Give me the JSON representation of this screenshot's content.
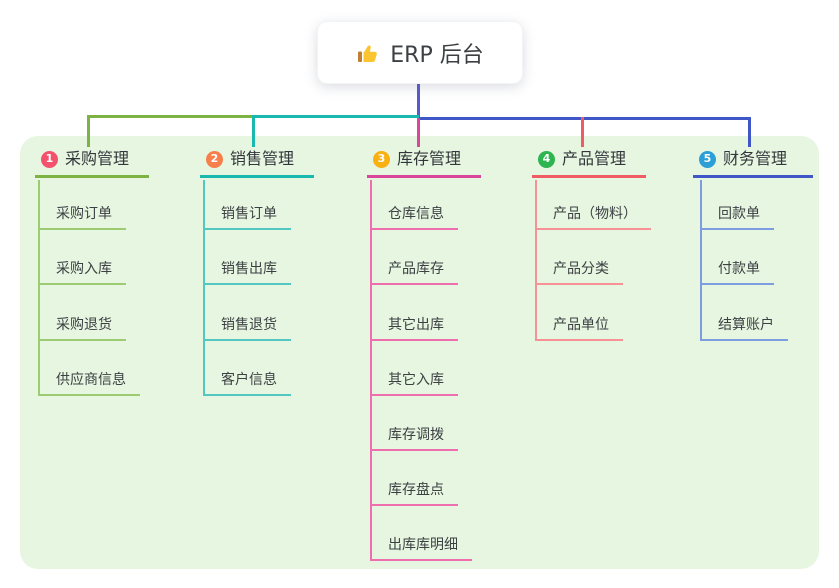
{
  "root": {
    "label": "ERP 后台",
    "icon": "thumbs-up-icon"
  },
  "branches": [
    {
      "badge": "1",
      "label": "采购管理",
      "line_color": "#7cb342",
      "child_line_color": "#9ccb72",
      "badge_color": "#f4516c",
      "children": [
        "采购订单",
        "采购入库",
        "采购退货",
        "供应商信息"
      ]
    },
    {
      "badge": "2",
      "label": "销售管理",
      "line_color": "#1ab9b0",
      "child_line_color": "#52c8c0",
      "badge_color": "#f67f4b",
      "children": [
        "销售订单",
        "销售出库",
        "销售退货",
        "客户信息"
      ]
    },
    {
      "badge": "3",
      "label": "库存管理",
      "line_color": "#d9479b",
      "child_line_color": "#ef6fae",
      "badge_color": "#f9b013",
      "children": [
        "仓库信息",
        "产品库存",
        "其它出库",
        "其它入库",
        "库存调拨",
        "库存盘点",
        "出库库明细"
      ]
    },
    {
      "badge": "4",
      "label": "产品管理",
      "line_color": "#f15b63",
      "child_line_color": "#f79196",
      "badge_color": "#2eb450",
      "children": [
        "产品（物料）",
        "产品分类",
        "产品单位"
      ]
    },
    {
      "badge": "5",
      "label": "财务管理",
      "line_color": "#3f57c6",
      "child_line_color": "#7e9ce0",
      "badge_color": "#2b9fd6",
      "children": [
        "回款单",
        "付款单",
        "结算账户"
      ]
    }
  ],
  "colors": {
    "page_bg": "#ffffff",
    "panel_bg": "#e7f6e1",
    "root_connector": "#565ad0",
    "root_text": "#3c4043",
    "node_text": "#3c4043",
    "thumbs_up_yellow": "#fbc531",
    "thumbs_up_cuff": "#bf8034"
  }
}
